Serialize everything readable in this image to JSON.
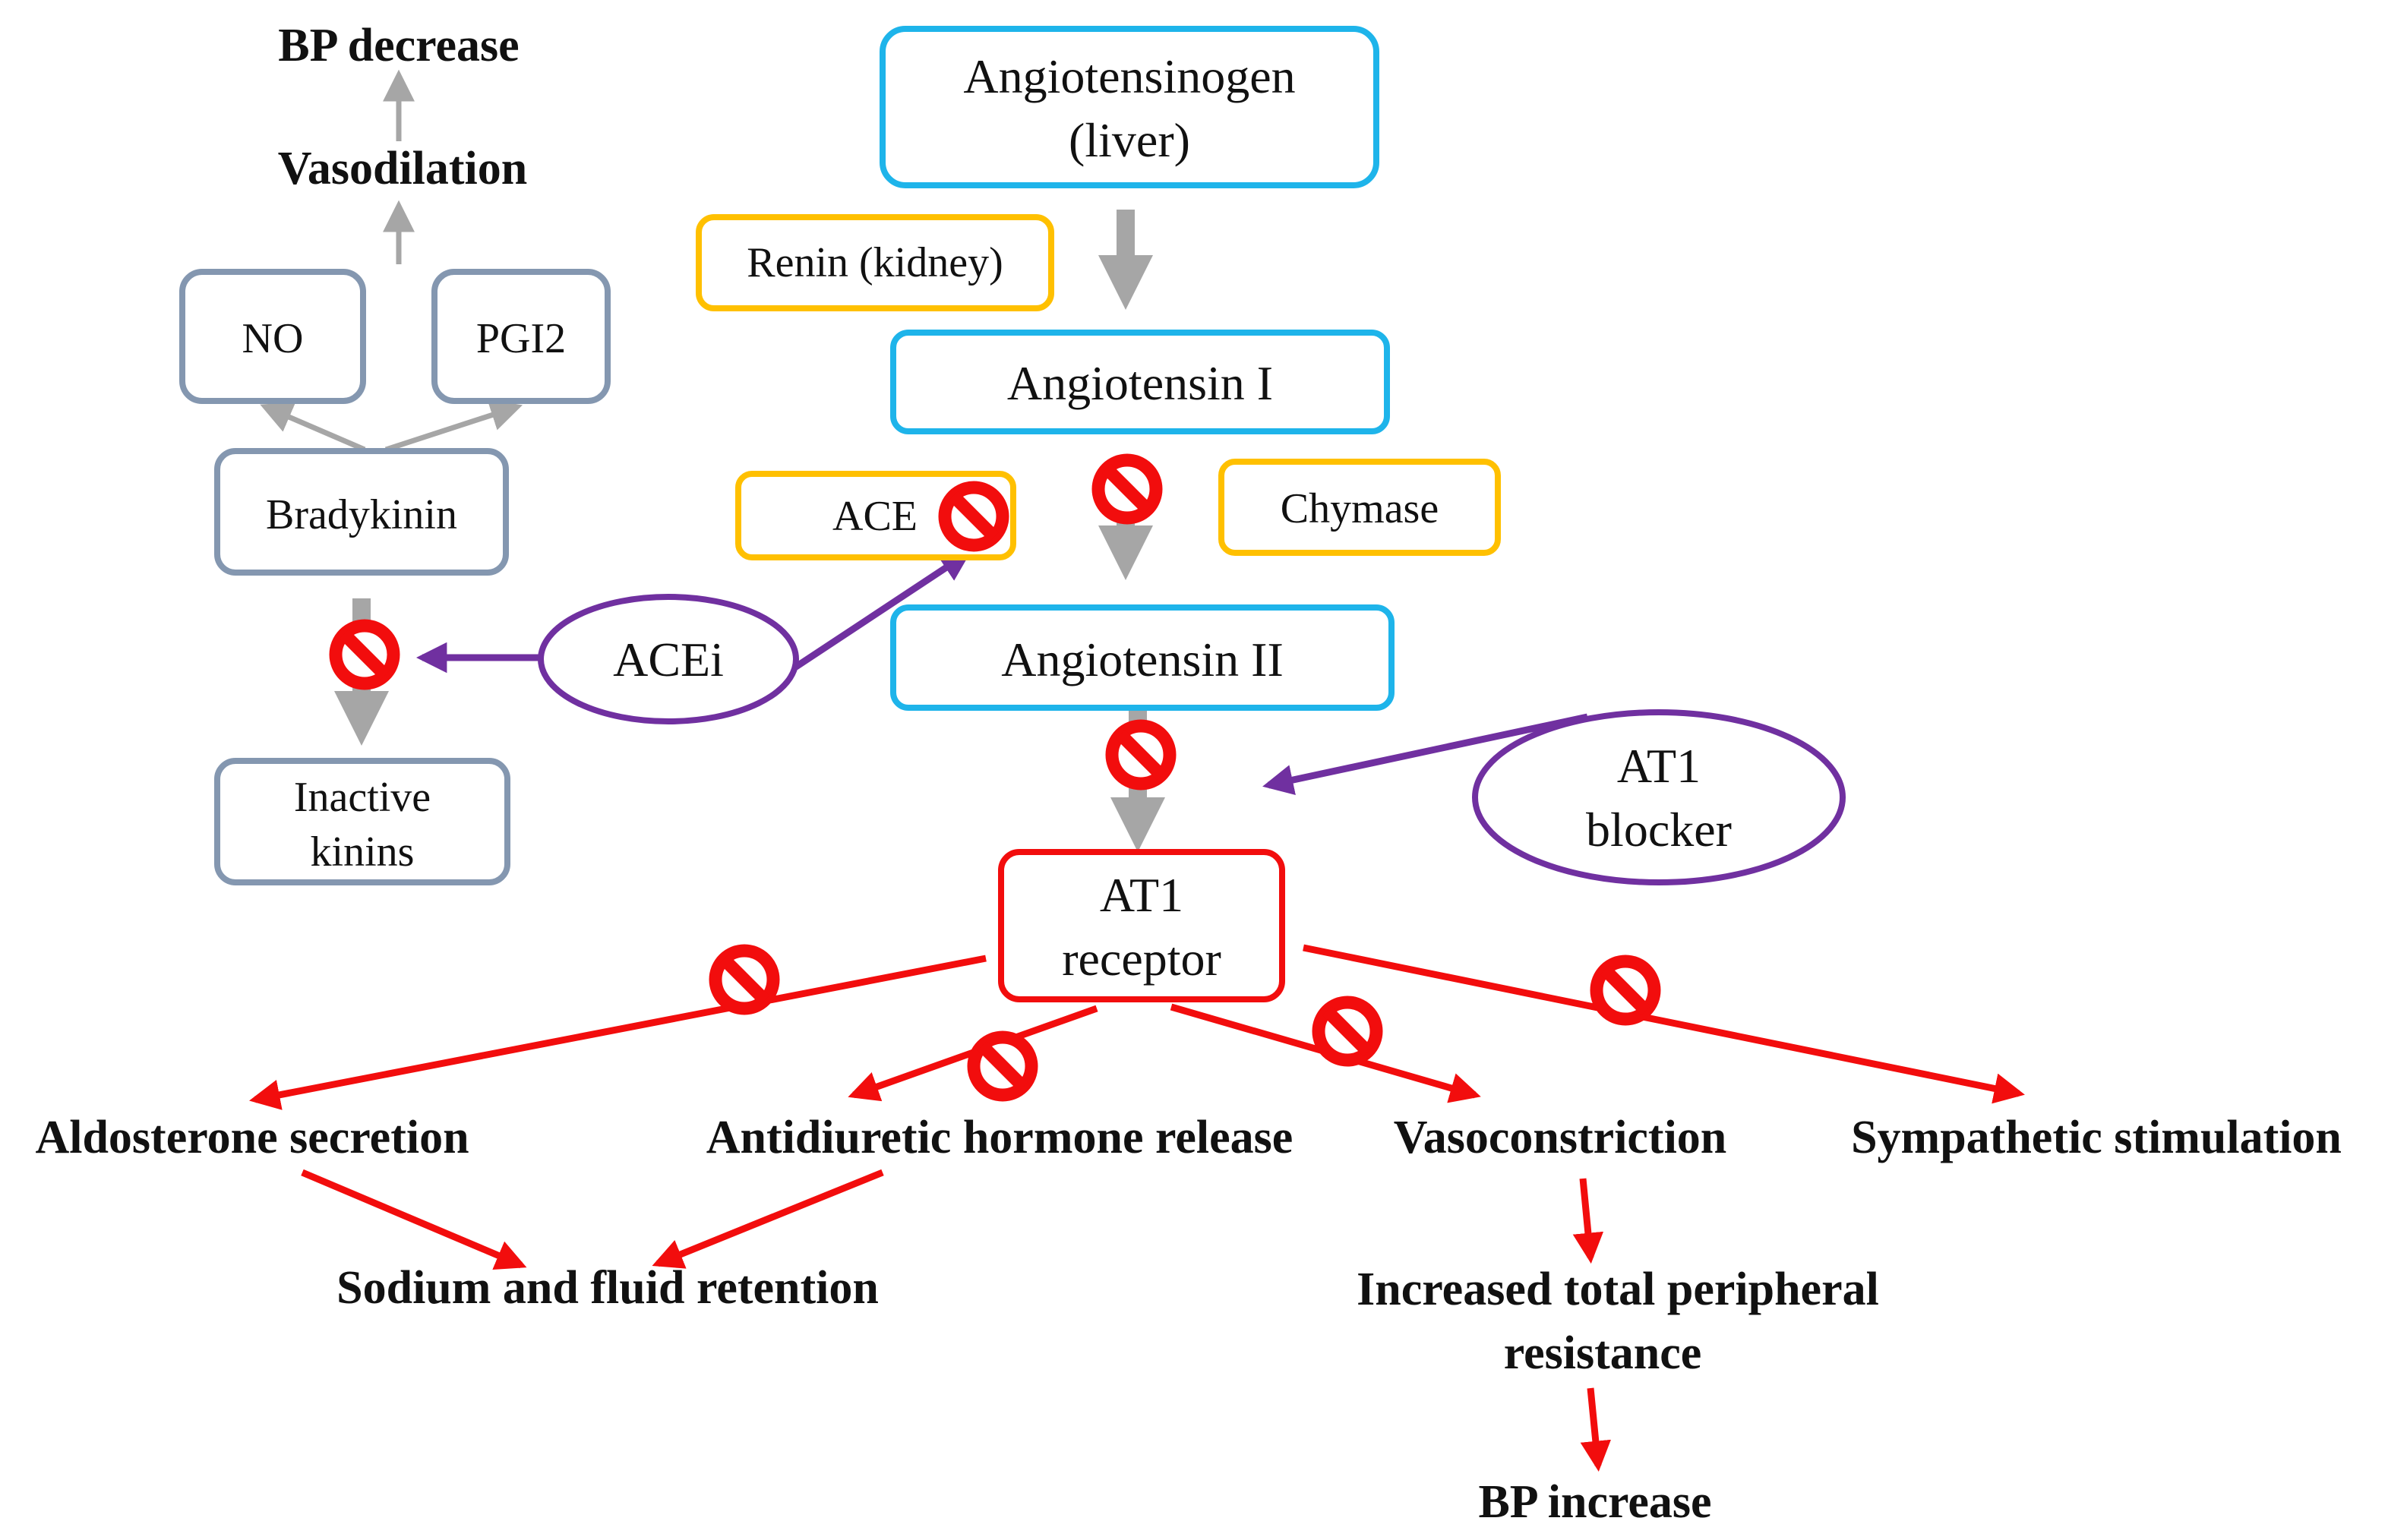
{
  "labels": {
    "angiotensinogen_l1": "Angiotensinogen",
    "angiotensinogen_l2": "(liver)",
    "renin": "Renin (kidney)",
    "angiotensin_i": "Angiotensin I",
    "ace": "ACE",
    "chymase": "Chymase",
    "angiotensin_ii": "Angiotensin II",
    "at1_receptor_l1": "AT1",
    "at1_receptor_l2": "receptor",
    "acei": "ACEi",
    "at1_blocker_l1": "AT1",
    "at1_blocker_l2": "blocker",
    "bradykinin": "Bradykinin",
    "no": "NO",
    "pgi2": "PGI2",
    "inactive_kinins_l1": "Inactive",
    "inactive_kinins_l2": "kinins",
    "vasodilation": "Vasodilation",
    "bp_decrease": "BP decrease",
    "aldosterone": "Aldosterone secretion",
    "adh": "Antidiuretic  hormone release",
    "vasoconstriction": "Vasoconstriction",
    "sympathetic": "Sympathetic stimulation",
    "sodium_retention": "Sodium and fluid  retention",
    "tpr_l1": "Increased total peripheral",
    "tpr_l2": "resistance",
    "bp_increase": "BP increase"
  },
  "colors": {
    "blue_box": "#1EB4EA",
    "orange_box": "#FFC000",
    "red": "#F20D0D",
    "gray_box": "#8497B0",
    "purple": "#7030A0",
    "gray_arrow": "#A6A6A6"
  },
  "icons": {
    "inhibition": "prohibition-sign-icon"
  }
}
